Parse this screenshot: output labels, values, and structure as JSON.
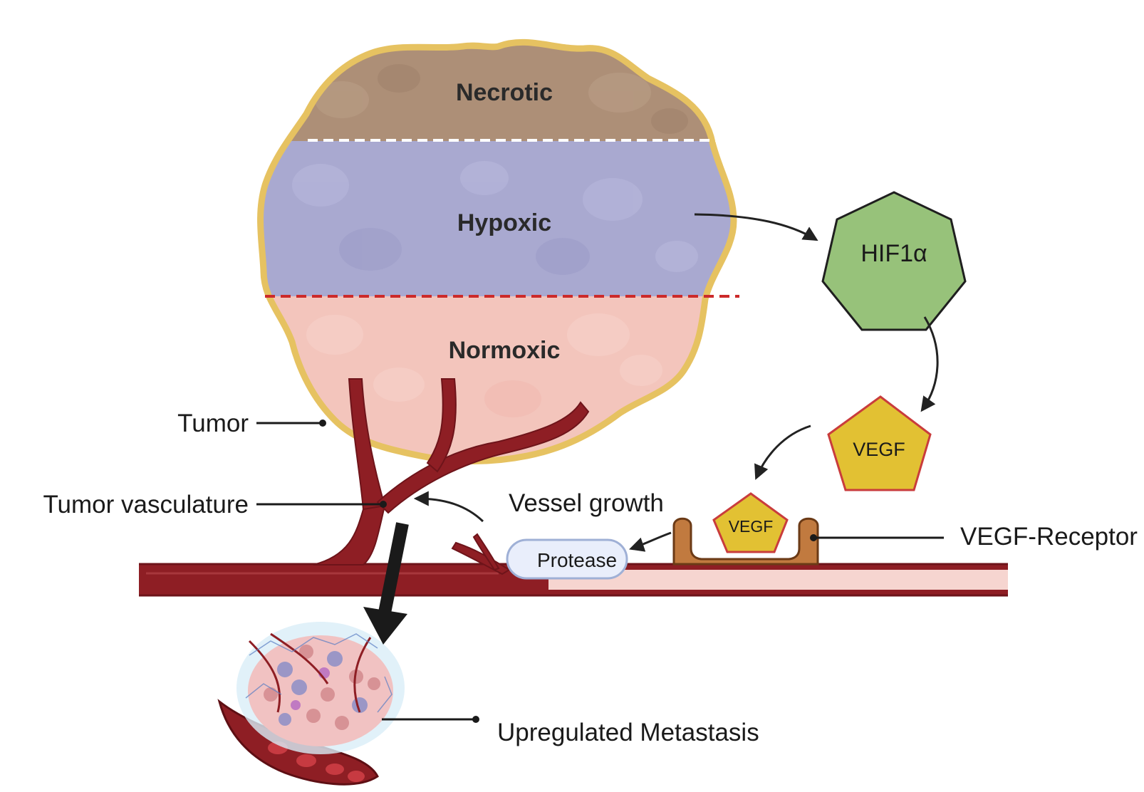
{
  "zones": {
    "necrotic": "Necrotic",
    "hypoxic": "Hypoxic",
    "normoxic": "Normoxic"
  },
  "molecules": {
    "hif": "HIF1α",
    "vegf_free": "VEGF",
    "vegf_bound": "VEGF",
    "protease": "Protease"
  },
  "labels": {
    "tumor": "Tumor",
    "vasculature": "Tumor vasculature",
    "vessel_growth": "Vessel growth",
    "receptor": "VEGF-Receptor",
    "metastasis": "Upregulated Metastasis"
  },
  "colors": {
    "necrotic": "#ad8f77",
    "hypoxic": "#a9a9d0",
    "normoxic": "#f3c5bc",
    "tumor_outline": "#e6c261",
    "vessel": "#8e1e24",
    "hif": "#97c27a",
    "vegf": "#e2c133",
    "receptor": "#c17a3f",
    "protease": "#e9eefb"
  }
}
